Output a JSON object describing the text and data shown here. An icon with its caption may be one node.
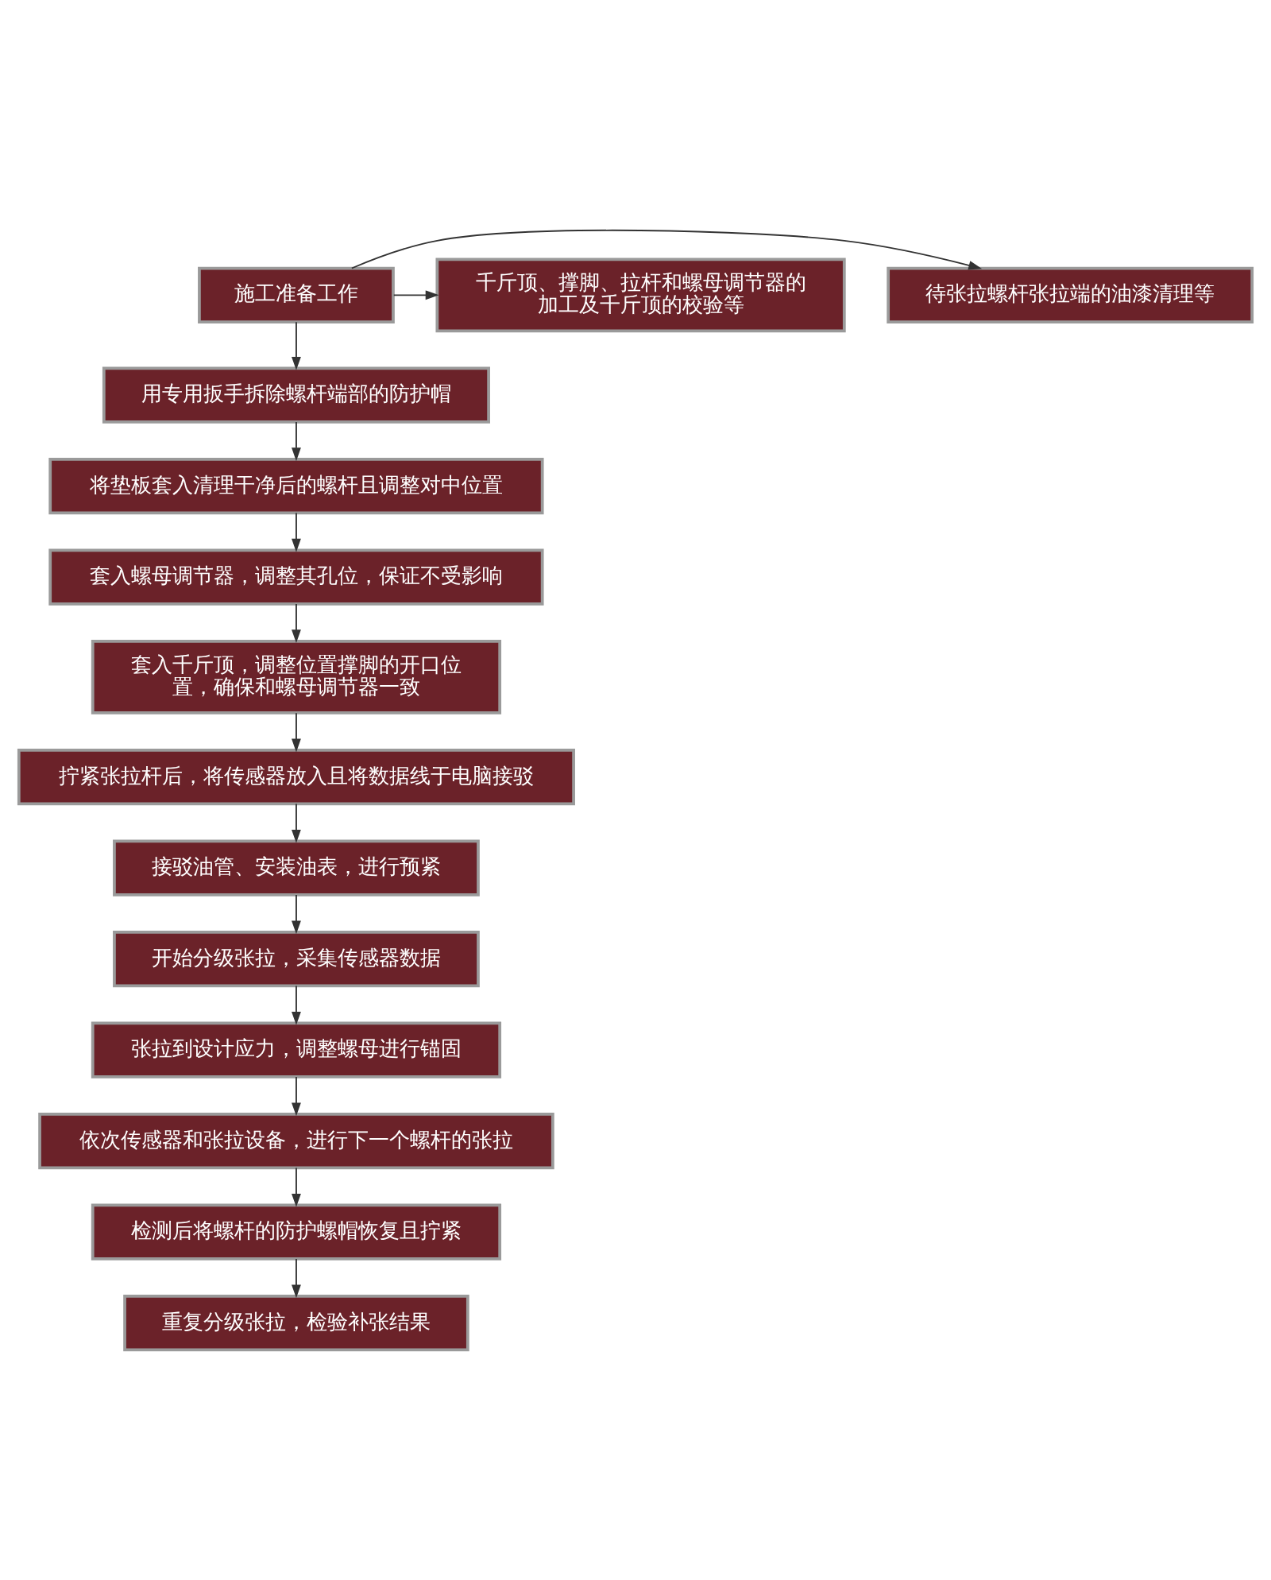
{
  "diagram": {
    "nodes": [
      {
        "text": [
          "施工准备工作"
        ]
      },
      {
        "text": [
          "待张拉螺杆张拉端的油漆清理等"
        ]
      },
      {
        "text": [
          "千斤顶、撑脚、拉杆和螺母调节器的加工及千斤顶的校验等"
        ]
      },
      {
        "text": [
          "用专用扳手拆除螺杆端部的防护帽"
        ]
      },
      {
        "text": [
          "将垫板套入清理干净后的螺杆且调整对中位置"
        ]
      },
      {
        "text": [
          "套入螺母调节器，调整其孔位，保证不受影响"
        ]
      },
      {
        "text": [
          "套入千斤顶，调整位置撑脚的开口位置，确保和螺母调节器一致"
        ]
      },
      {
        "text": [
          "拧紧张拉杆后，将传感器放入且将数据线于电脑接驳"
        ]
      },
      {
        "text": [
          "接驳油管、安装油表，进行预紧"
        ]
      },
      {
        "text": [
          "开始分级张拉，采集传感器数据"
        ]
      },
      {
        "text": [
          "张拉到设计应力，调整螺母进行锚固"
        ]
      },
      {
        "text": [
          "依次传感器和张拉设备，进行下一个螺杆的张拉"
        ]
      },
      {
        "text": [
          "检测后将螺杆的防护螺帽恢复且拧紧"
        ]
      },
      {
        "text": [
          "重复分级张拉，检验补张结果"
        ]
      }
    ],
    "edges": [
      {
        "from": 0,
        "to": 1,
        "arrow": "to"
      },
      {
        "from": 0,
        "to": 2,
        "arrow": "to"
      },
      {
        "from": 0,
        "to": 3,
        "arrow": "to"
      },
      {
        "from": 3,
        "to": 4,
        "arrow": "to"
      },
      {
        "from": 4,
        "to": 5,
        "arrow": "to"
      },
      {
        "from": 5,
        "to": 6,
        "arrow": "to"
      },
      {
        "from": 6,
        "to": 7,
        "arrow": "to"
      },
      {
        "from": 7,
        "to": 8,
        "arrow": "to"
      },
      {
        "from": 8,
        "to": 9,
        "arrow": "to"
      },
      {
        "from": 9,
        "to": 10,
        "arrow": "to"
      },
      {
        "from": 10,
        "to": 11,
        "arrow": "to"
      },
      {
        "from": 11,
        "to": 12,
        "arrow": "to"
      },
      {
        "from": 12,
        "to": 13,
        "arrow": "to"
      }
    ]
  }
}
